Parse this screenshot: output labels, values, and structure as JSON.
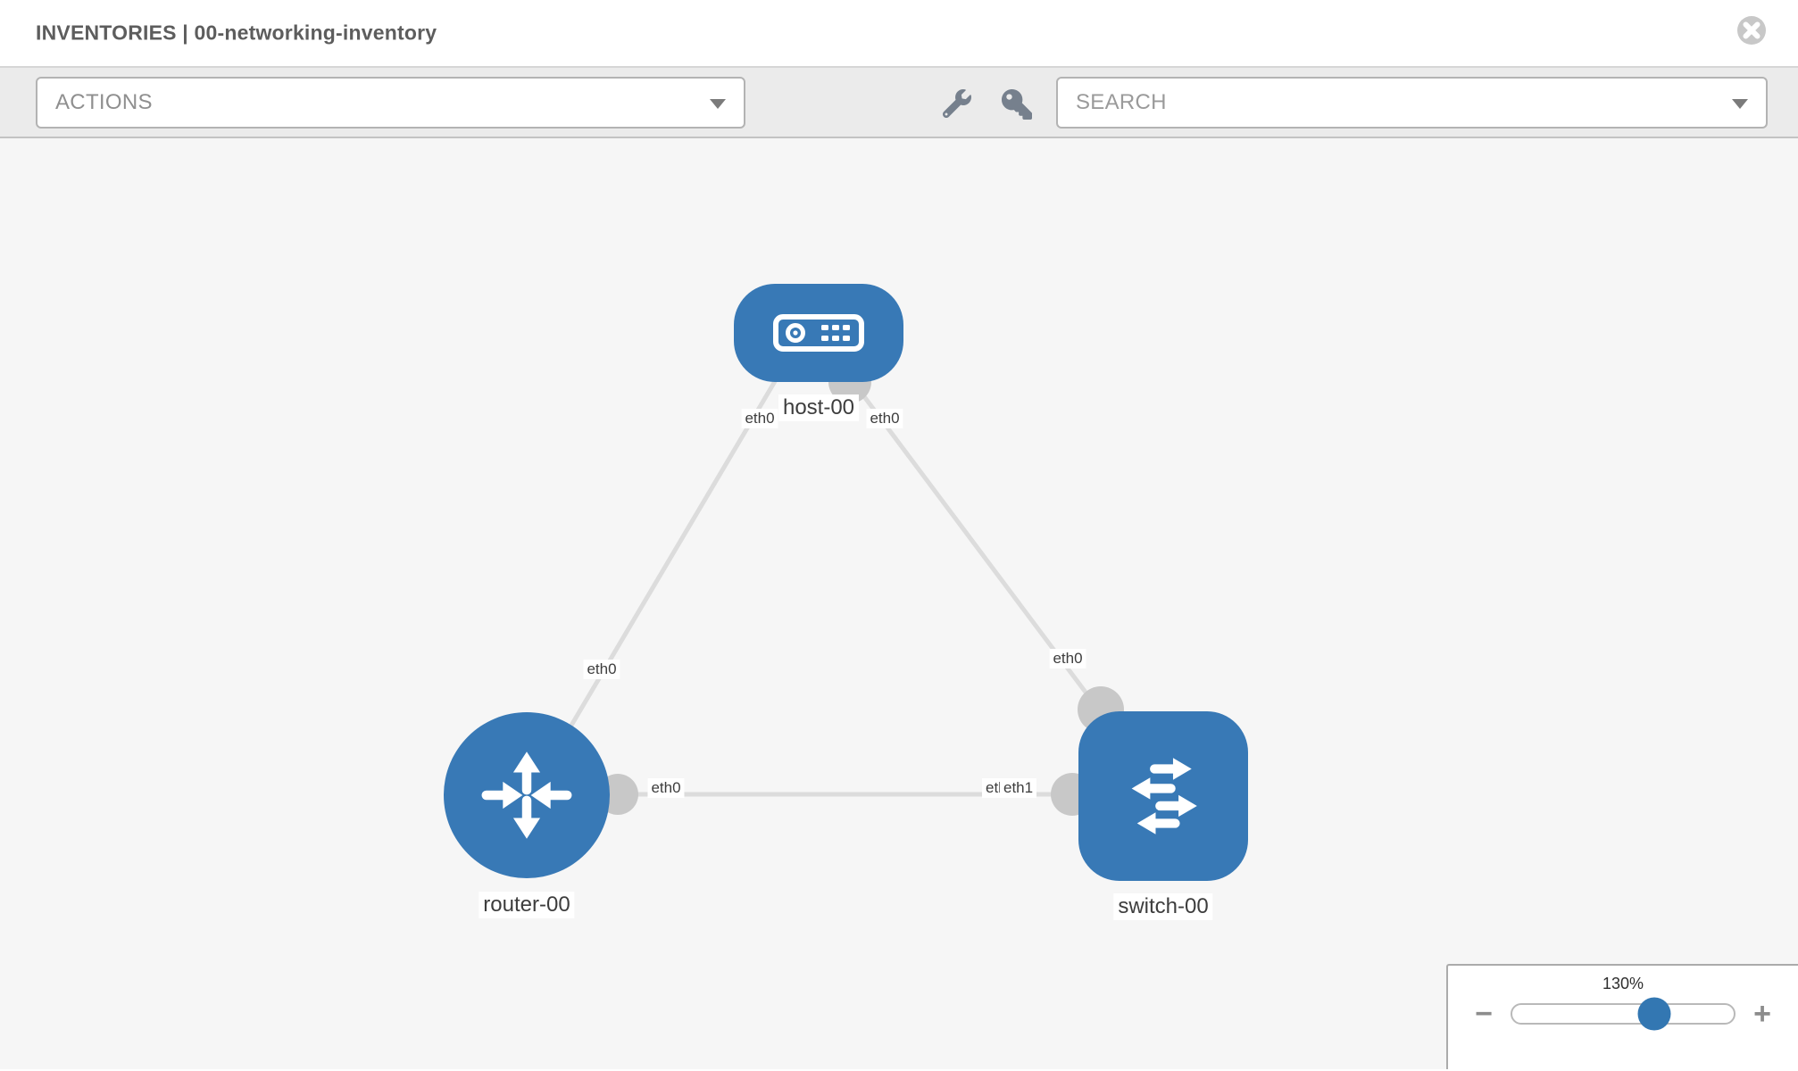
{
  "header": {
    "title": "INVENTORIES | 00-networking-inventory",
    "close_icon": "x-circle"
  },
  "toolbar": {
    "actions_label": "ACTIONS",
    "search_label": "SEARCH",
    "icons": [
      "wrench-icon",
      "key-icon",
      "chevron-down-icon"
    ]
  },
  "topology": {
    "nodes": [
      {
        "id": "host-00",
        "label": "host-00",
        "type": "host",
        "icon": "host-icon"
      },
      {
        "id": "router-00",
        "label": "router-00",
        "type": "router",
        "icon": "router-icon"
      },
      {
        "id": "switch-00",
        "label": "switch-00",
        "type": "switch",
        "icon": "switch-icon"
      }
    ],
    "links": [
      {
        "from": "host-00",
        "to": "router-00",
        "from_interface": "eth0",
        "to_interface": "eth0"
      },
      {
        "from": "host-00",
        "to": "switch-00",
        "from_interface": "eth0",
        "to_interface": "eth0"
      },
      {
        "from": "router-00",
        "to": "switch-00",
        "from_interface": "eth0",
        "to_interface": "eth1"
      }
    ],
    "iface_labels": [
      "eth0",
      "eth0",
      "eth0",
      "eth0",
      "eth0",
      "eth0",
      "eth1"
    ]
  },
  "zoom_control": {
    "level": "130%",
    "percent": 130,
    "zoom_out_icon": "−",
    "zoom_in_icon": "+"
  },
  "colors": {
    "node_blue": "#3879b6",
    "link_gray": "#dcdcdc",
    "connector_gray": "#c8c8c8",
    "toolbar_bg": "#ebebeb",
    "canvas_bg": "#f6f6f6",
    "slider_thumb": "#3377b2"
  }
}
